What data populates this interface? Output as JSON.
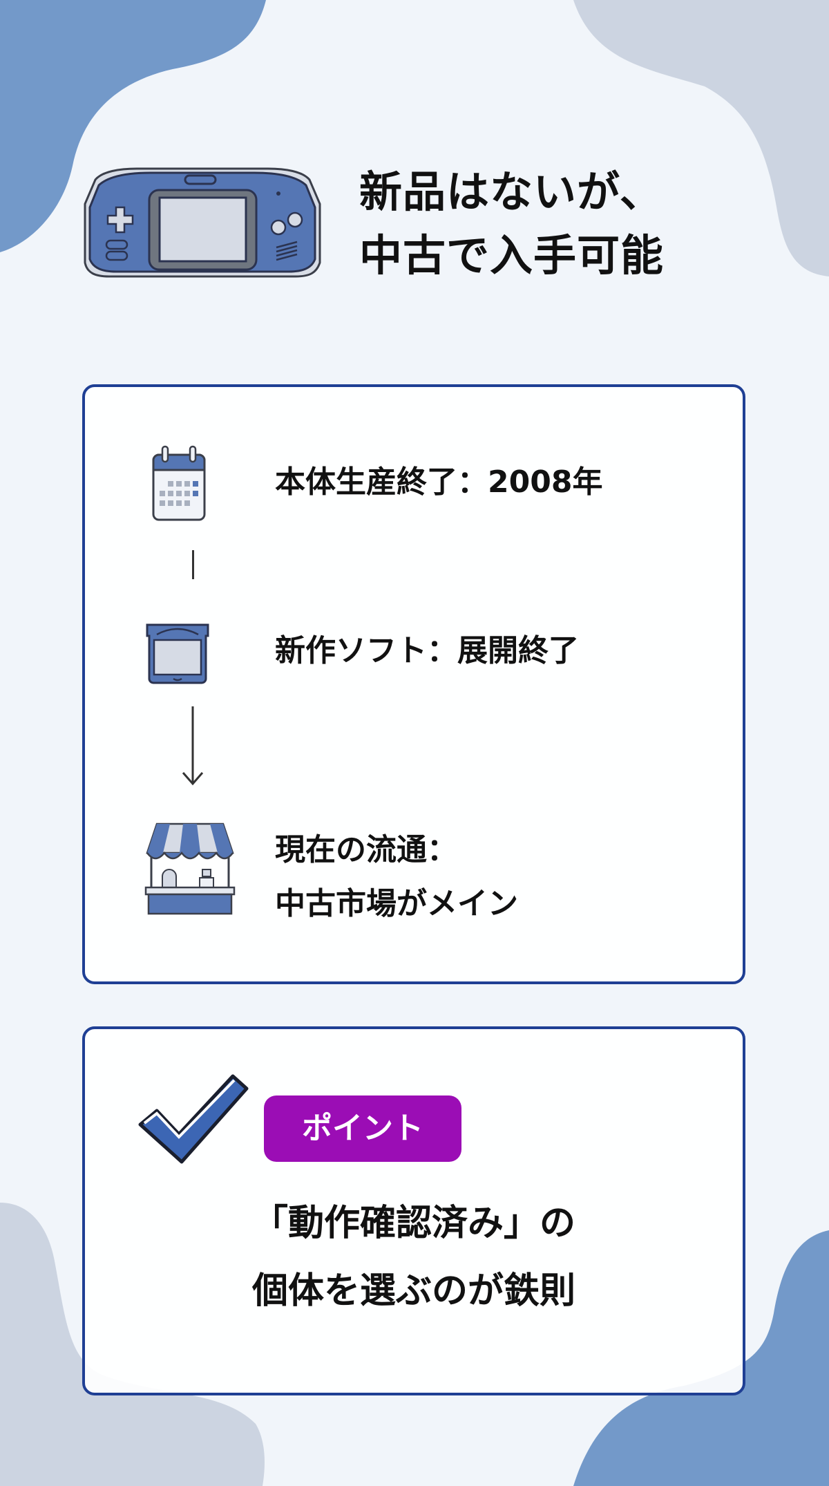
{
  "header": {
    "title_line1": "新品はないが、",
    "title_line2": "中古で入手可能",
    "icon": "handheld-game-console-icon"
  },
  "timeline": {
    "items": [
      {
        "icon": "calendar-icon",
        "text": "本体生産終了：2008年"
      },
      {
        "icon": "game-cartridge-icon",
        "text": "新作ソフト：展開終了"
      },
      {
        "icon": "market-stall-icon",
        "text_line1": "現在の流通：",
        "text_line2": "中古市場がメイン"
      }
    ],
    "connectors": [
      "line",
      "arrow-down"
    ]
  },
  "point": {
    "icon": "checkmark-icon",
    "badge_label": "ポイント",
    "text_line1": "「動作確認済み」の",
    "text_line2": "個体を選ぶのが鉄則"
  },
  "colors": {
    "background": "#f1f5fa",
    "blob_blue": "#7399c9",
    "blob_gray": "#ccd4e1",
    "card_border": "#1f3f94",
    "badge": "#9b0db5",
    "icon_blue": "#5576b4"
  }
}
